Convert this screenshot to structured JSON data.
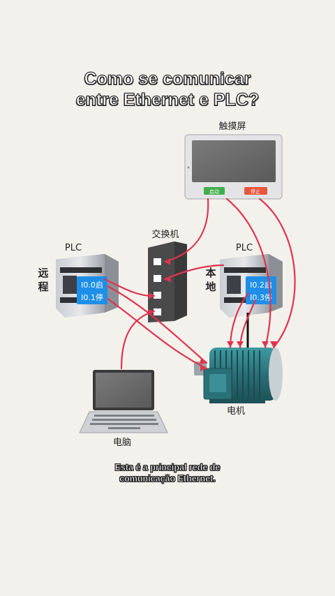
{
  "title": {
    "line1": "Como se comunicar",
    "line2": "entre Ethernet e PLC?"
  },
  "labels": {
    "touchscreen": "触摸屏",
    "switch": "交换机",
    "plc_left": "PLC",
    "plc_right": "PLC",
    "remote": [
      "远",
      "程"
    ],
    "local": [
      "本",
      "地"
    ],
    "motor": "电机",
    "computer": "电脑"
  },
  "hmi_buttons": {
    "start": "启动",
    "stop": "停止"
  },
  "io_left": [
    "I0.0启",
    "I0.1停"
  ],
  "io_right": [
    "I0.2启",
    "I0.3停"
  ],
  "caption": {
    "line1": "Esta é a principal rede de",
    "line2": "comunicação Ethernet."
  },
  "colors": {
    "wire": "#e0344e",
    "io_box": "#1e8fe8",
    "start_button": "#3fae4a",
    "stop_button": "#e8553d",
    "motor": "#2f7f86"
  }
}
